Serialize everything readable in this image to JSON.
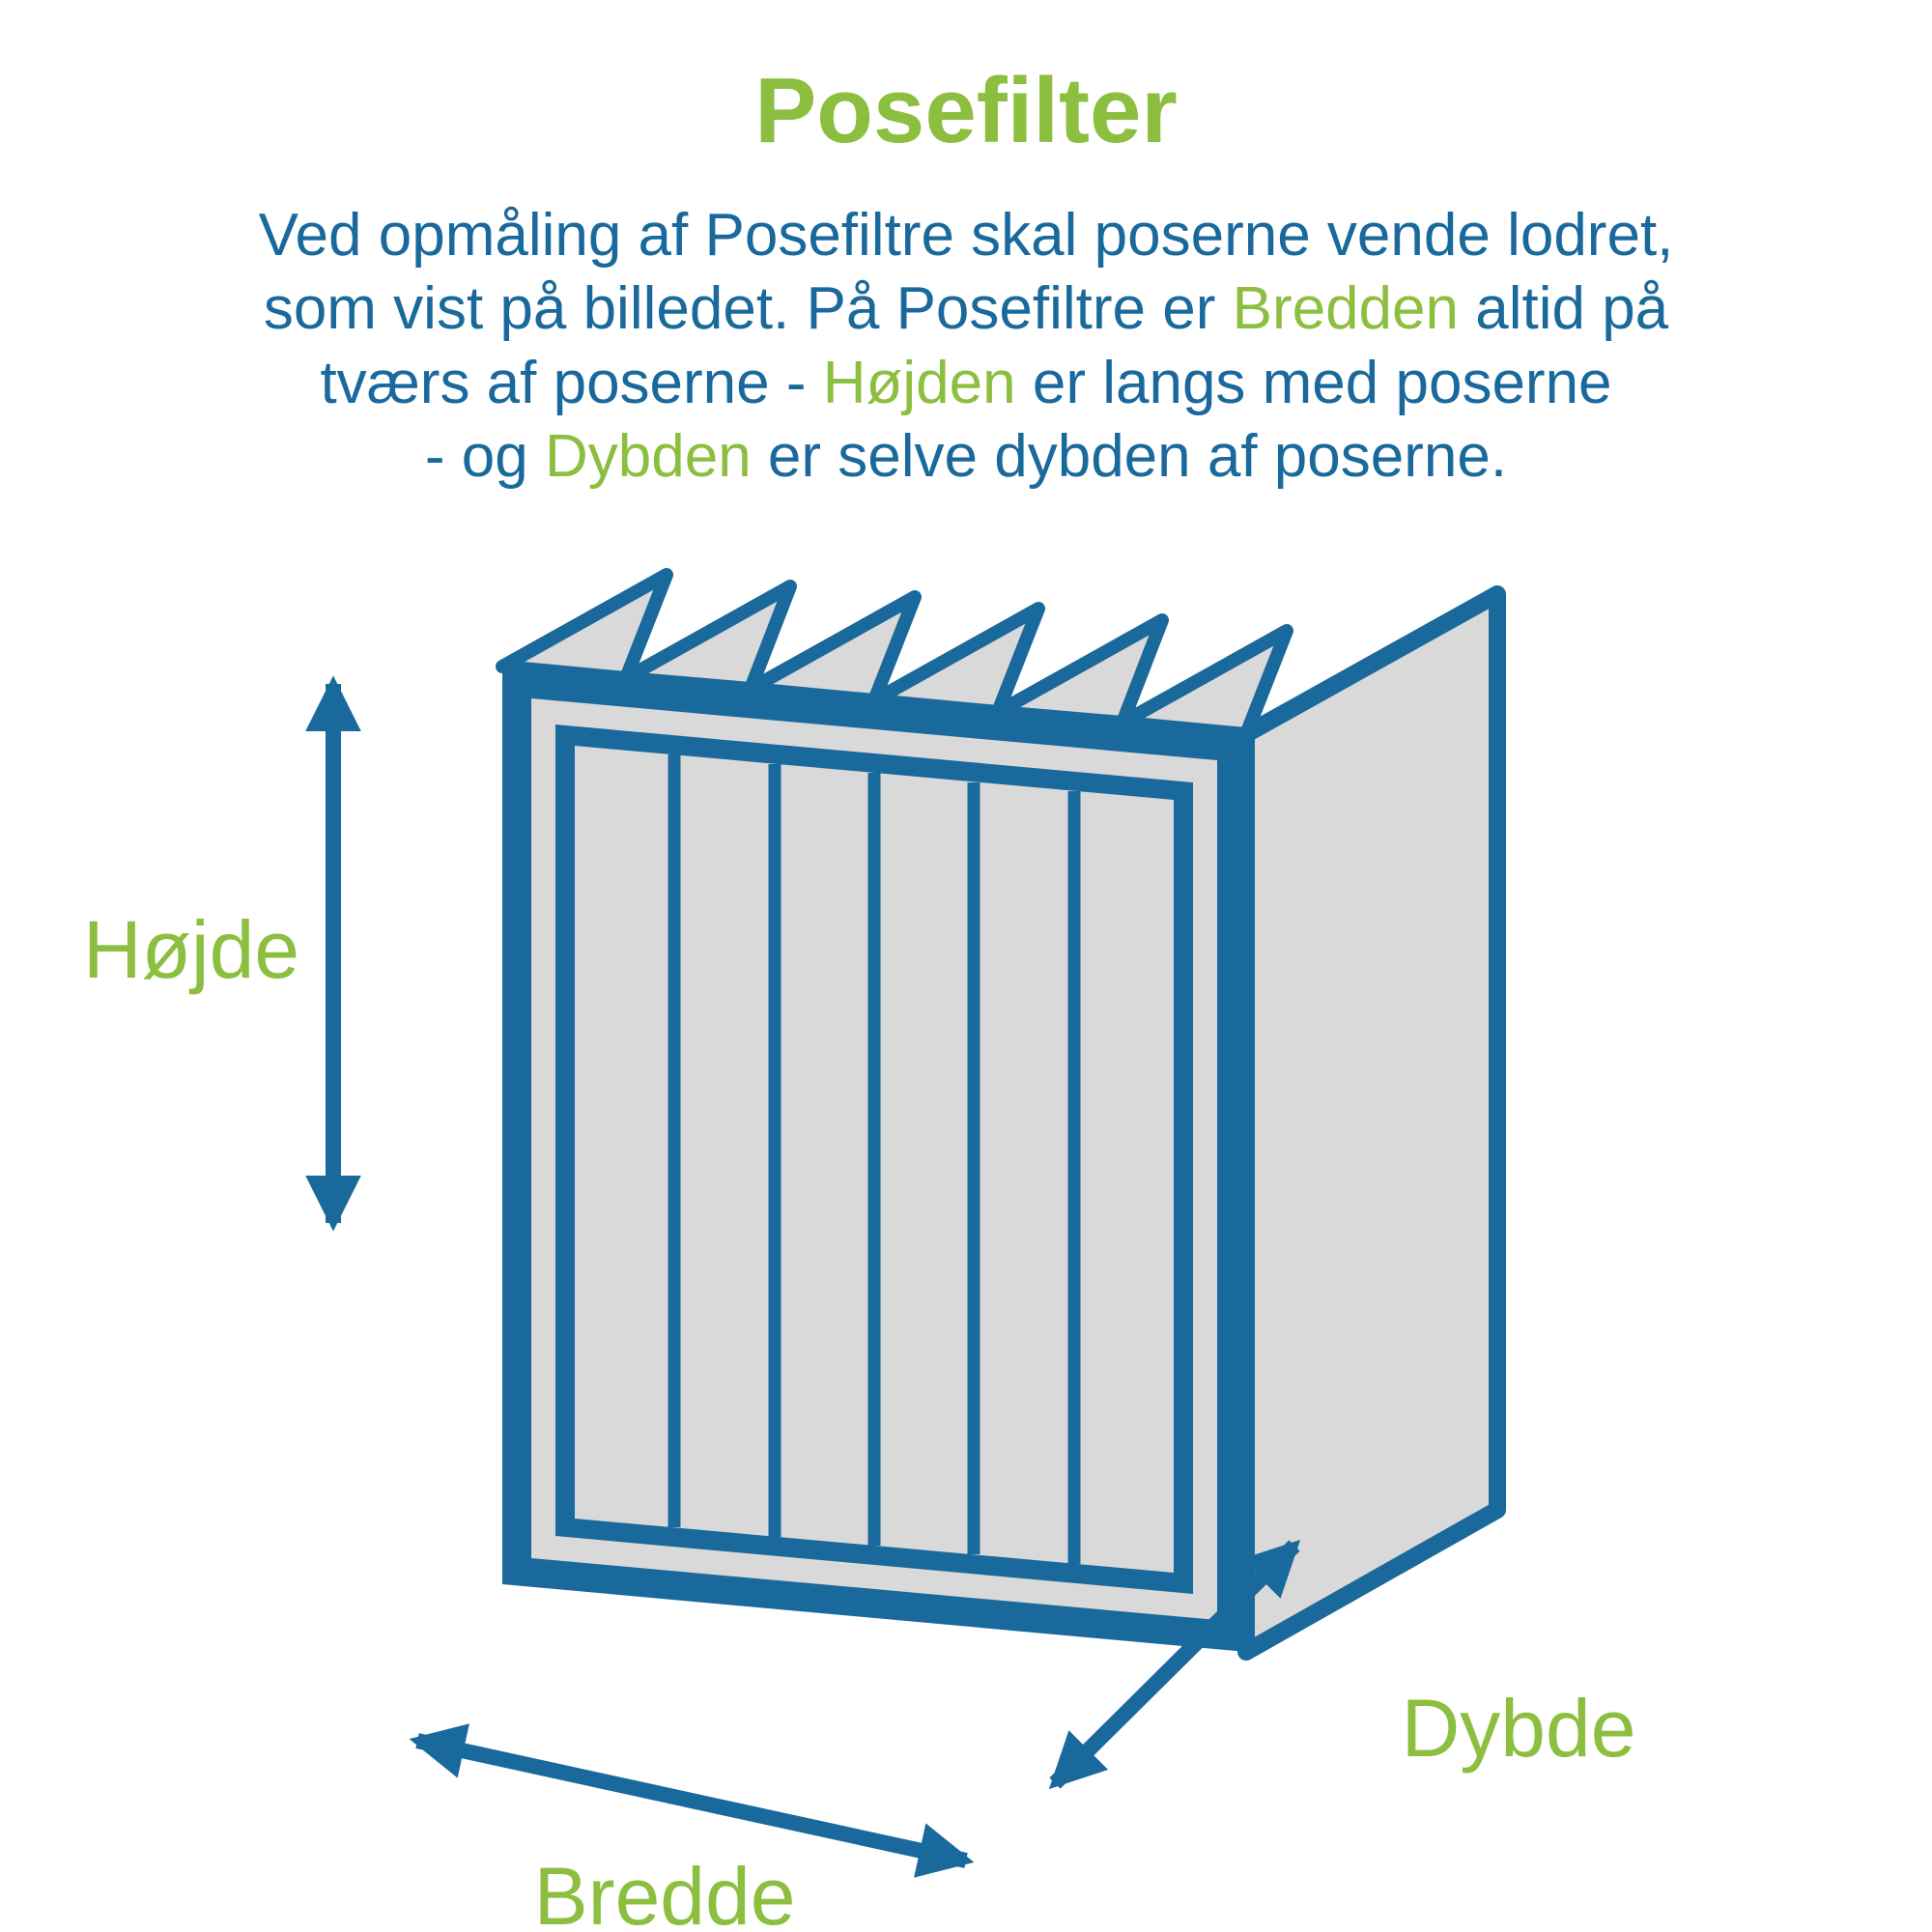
{
  "theme": {
    "background": "#ffffff",
    "blue": "#1a699c",
    "green": "#8cbe3f",
    "gray": "#d9d9d9"
  },
  "title": "Posefilter",
  "intro": {
    "line1": {
      "t1": "Ved opmåling af Posefiltre skal poserne vende lodret,"
    },
    "line2": {
      "t1": "som vist på billedet. På Posefiltre er ",
      "hl": "Bredden",
      "t2": " altid på"
    },
    "line3": {
      "t1": "tværs af poserne - ",
      "hl": "Højden",
      "t2": " er langs med poserne"
    },
    "line4": {
      "t1": "- og ",
      "hl": "Dybden",
      "t2": " er selve dybden af poserne."
    }
  },
  "labels": {
    "height": "Højde",
    "width": "Bredde",
    "depth": "Dybde"
  }
}
